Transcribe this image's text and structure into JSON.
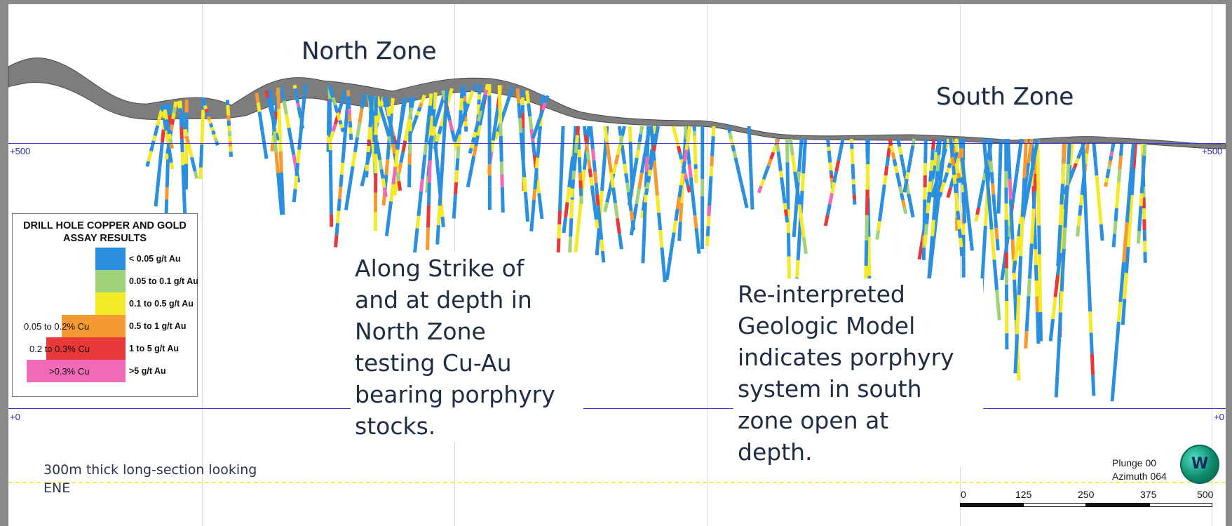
{
  "section": {
    "north_zone_label": "North Zone",
    "south_zone_label": "South Zone",
    "elevation_labels": {
      "upper_left": "+500",
      "upper_right": "+500",
      "lower_left": "+0",
      "lower_right": "+0"
    }
  },
  "legend": {
    "title": "DRILL HOLE COPPER AND GOLD\nASSAY RESULTS",
    "gold": [
      {
        "label": "< 0.05 g/t Au",
        "color": "#2b8fe0"
      },
      {
        "label": "0.05 to 0.1 g/t Au",
        "color": "#9fd27a"
      },
      {
        "label": "0.1 to 0.5 g/t Au",
        "color": "#f5ea2a"
      },
      {
        "label": "0.5 to 1 g/t Au",
        "color": "#f59a30"
      },
      {
        "label": "1 to 5 g/t Au",
        "color": "#e8383a"
      },
      {
        "label": ">5 g/t Au",
        "color": "#f06ab8"
      }
    ],
    "copper": [
      {
        "label": "0.05 to 0.2% Cu",
        "color": "#f59a30"
      },
      {
        "label": "0.2 to 0.3% Cu",
        "color": "#e8383a"
      },
      {
        "label": ">0.3% Cu",
        "color": "#f06ab8"
      }
    ]
  },
  "annotations": {
    "north_note": "Along Strike of\nand at depth in\nNorth Zone\ntesting Cu-Au\nbearing porphyry\nstocks.",
    "south_note": "Re-interpreted\nGeologic Model\nindicates porphyry\nsystem in south\nzone open at\ndepth."
  },
  "caption": "300m thick long-section looking\nENE",
  "orientation": {
    "text": "Plunge 00\nAzimuth 064",
    "logo_text": "W"
  },
  "scale": {
    "ticks": [
      "0",
      "125",
      "250",
      "375",
      "500"
    ]
  }
}
